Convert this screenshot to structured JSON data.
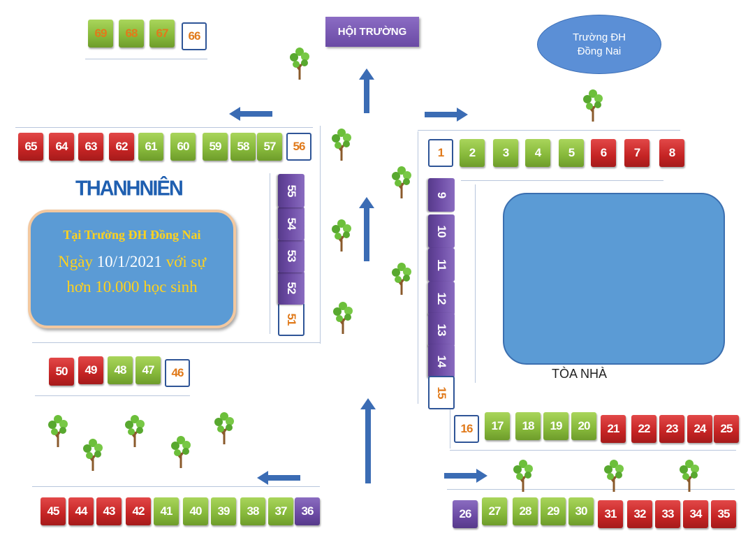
{
  "labels": {
    "hall": "HỘI TRƯỜNG",
    "university_line1": "Trường ĐH",
    "university_line2": "Đồng Nai",
    "building": "TÒA NHÀ",
    "logo": "THANHNIÊN"
  },
  "info": {
    "line1": "Tại Trường ĐH Đồng Nai",
    "line2a": "Ngày ",
    "line2b": "10/1/2021",
    "line2c": " với sự",
    "line3": "hơn 10.000 học sinh"
  },
  "colors": {
    "green": "#86b83a",
    "red": "#c52424",
    "purple": "#6b4aa3",
    "outline": "#2f5597",
    "number_orange": "#e07a1b",
    "building": "#5b9bd5"
  },
  "stalls": [
    {
      "id": "1",
      "color": "white"
    },
    {
      "id": "2",
      "color": "green"
    },
    {
      "id": "3",
      "color": "green"
    },
    {
      "id": "4",
      "color": "green"
    },
    {
      "id": "5",
      "color": "green"
    },
    {
      "id": "6",
      "color": "red"
    },
    {
      "id": "7",
      "color": "red"
    },
    {
      "id": "8",
      "color": "red"
    },
    {
      "id": "9",
      "color": "purple"
    },
    {
      "id": "10",
      "color": "purple"
    },
    {
      "id": "11",
      "color": "purple"
    },
    {
      "id": "12",
      "color": "purple"
    },
    {
      "id": "13",
      "color": "purple"
    },
    {
      "id": "14",
      "color": "purple"
    },
    {
      "id": "15",
      "color": "white"
    },
    {
      "id": "16",
      "color": "white"
    },
    {
      "id": "17",
      "color": "green"
    },
    {
      "id": "18",
      "color": "green"
    },
    {
      "id": "19",
      "color": "green"
    },
    {
      "id": "20",
      "color": "green"
    },
    {
      "id": "21",
      "color": "red"
    },
    {
      "id": "22",
      "color": "red"
    },
    {
      "id": "23",
      "color": "red"
    },
    {
      "id": "24",
      "color": "red"
    },
    {
      "id": "25",
      "color": "red"
    },
    {
      "id": "26",
      "color": "purple"
    },
    {
      "id": "27",
      "color": "green"
    },
    {
      "id": "28",
      "color": "green"
    },
    {
      "id": "29",
      "color": "green"
    },
    {
      "id": "30",
      "color": "green"
    },
    {
      "id": "31",
      "color": "red"
    },
    {
      "id": "32",
      "color": "red"
    },
    {
      "id": "33",
      "color": "red"
    },
    {
      "id": "34",
      "color": "red"
    },
    {
      "id": "35",
      "color": "red"
    },
    {
      "id": "36",
      "color": "purple"
    },
    {
      "id": "37",
      "color": "green"
    },
    {
      "id": "38",
      "color": "green"
    },
    {
      "id": "39",
      "color": "green"
    },
    {
      "id": "40",
      "color": "green"
    },
    {
      "id": "41",
      "color": "green"
    },
    {
      "id": "42",
      "color": "red"
    },
    {
      "id": "43",
      "color": "red"
    },
    {
      "id": "44",
      "color": "red"
    },
    {
      "id": "45",
      "color": "red"
    },
    {
      "id": "46",
      "color": "white"
    },
    {
      "id": "47",
      "color": "green"
    },
    {
      "id": "48",
      "color": "green"
    },
    {
      "id": "49",
      "color": "red"
    },
    {
      "id": "50",
      "color": "red"
    },
    {
      "id": "51",
      "color": "white"
    },
    {
      "id": "52",
      "color": "purple"
    },
    {
      "id": "53",
      "color": "purple"
    },
    {
      "id": "54",
      "color": "purple"
    },
    {
      "id": "55",
      "color": "purple"
    },
    {
      "id": "56",
      "color": "white"
    },
    {
      "id": "57",
      "color": "green"
    },
    {
      "id": "58",
      "color": "green"
    },
    {
      "id": "59",
      "color": "green"
    },
    {
      "id": "60",
      "color": "green"
    },
    {
      "id": "61",
      "color": "green"
    },
    {
      "id": "62",
      "color": "red"
    },
    {
      "id": "63",
      "color": "red"
    },
    {
      "id": "64",
      "color": "red"
    },
    {
      "id": "65",
      "color": "red"
    },
    {
      "id": "66",
      "color": "white"
    },
    {
      "id": "67",
      "color": "green"
    },
    {
      "id": "68",
      "color": "green"
    },
    {
      "id": "69",
      "color": "green"
    }
  ]
}
